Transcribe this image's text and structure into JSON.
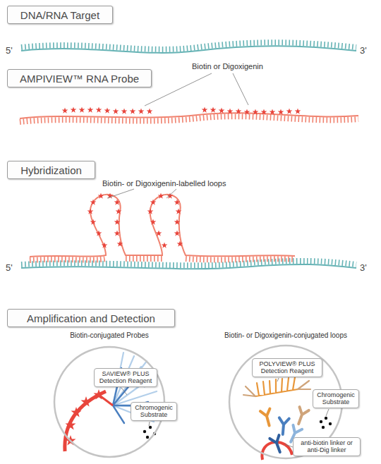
{
  "diagram": {
    "nodes": [
      {
        "text": [
          "DNA/RNA Target"
        ]
      },
      {
        "text": [
          "AMPIVIEW™ RNA Probe"
        ]
      },
      {
        "text": [
          "Hybridization"
        ]
      },
      {
        "text": [
          "Amplification and Detection"
        ]
      },
      {
        "text": [
          "Biotin-conjugated Probes"
        ]
      },
      {
        "text": [
          "SAVIEW® PLUS Detection Reagent"
        ],
        "in": 4
      },
      {
        "text": [
          "Chromogenic Substrate"
        ],
        "in": 4
      },
      {
        "text": [
          "Biotin- or Digoxigenin-conjugated loops"
        ]
      },
      {
        "text": [
          "POLYVIEW® PLUS Detection Reagent"
        ],
        "in": 7
      },
      {
        "text": [
          "Chromogenic Substrate"
        ],
        "in": 7
      },
      {
        "text": [
          "anti-biotin linker or anti-Dig linker"
        ],
        "in": 7
      }
    ],
    "labels": [
      "5'",
      "3'",
      "Biotin or Digoxigenin",
      "Biotin- or Digoxigenin-labelled loops",
      "5'",
      "3'"
    ]
  }
}
